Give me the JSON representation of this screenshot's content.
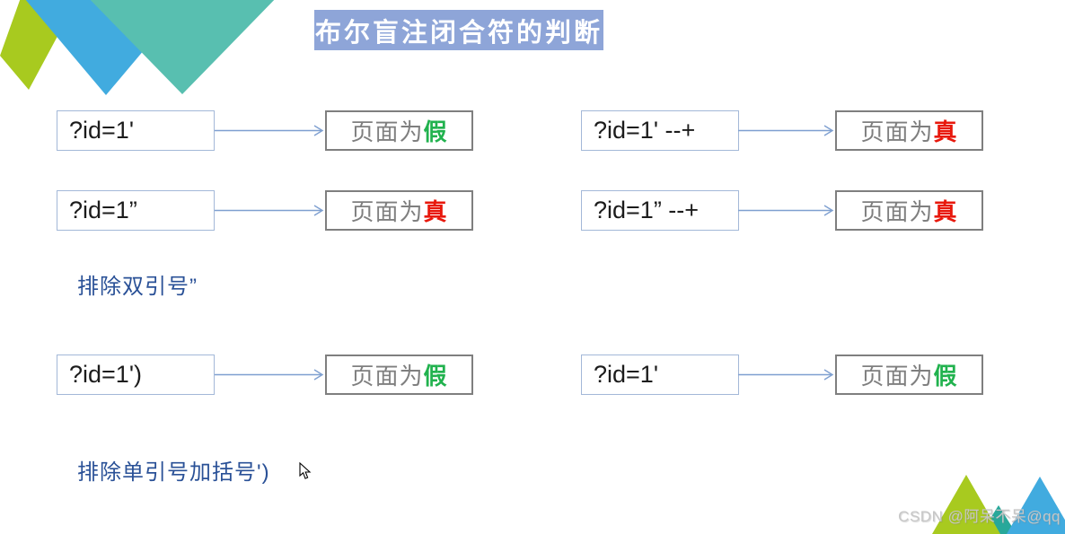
{
  "title": "布尔盲注闭合符的判断",
  "watermark": "CSDN @阿呆不呆@qq",
  "flows": [
    {
      "query": "?id=1'",
      "result_prefix": "页面为",
      "result": "假",
      "result_color": "green"
    },
    {
      "query": "?id=1' --+",
      "result_prefix": "页面为",
      "result": "真",
      "result_color": "red"
    },
    {
      "query": "?id=1”",
      "result_prefix": "页面为",
      "result": "真",
      "result_color": "red"
    },
    {
      "query": "?id=1” --+",
      "result_prefix": "页面为",
      "result": "真",
      "result_color": "red"
    },
    {
      "query": "?id=1')",
      "result_prefix": "页面为",
      "result": "假",
      "result_color": "green"
    },
    {
      "query": "?id=1'",
      "result_prefix": "页面为",
      "result": "假",
      "result_color": "green"
    }
  ],
  "notes": [
    {
      "text": "排除双引号”"
    },
    {
      "text": "排除单引号加括号')"
    }
  ],
  "colors": {
    "banner_bg": "#8ea5d8",
    "banner_text": "#ffffff",
    "query_box_border": "#a3b8d8",
    "result_box_border": "#7f7f7f",
    "arrow": "#7e9fd0",
    "note_text": "#2a5197",
    "true_red": "#e8180c",
    "false_green": "#21b24e",
    "result_prefix_gray": "#7f7f7f",
    "deco_green": "#a8ca1f",
    "deco_blue": "#41abdf",
    "deco_teal": "#58bfb0",
    "deco_teal_dark": "#27a89a"
  },
  "icons": {
    "cursor": "mouse-pointer"
  }
}
